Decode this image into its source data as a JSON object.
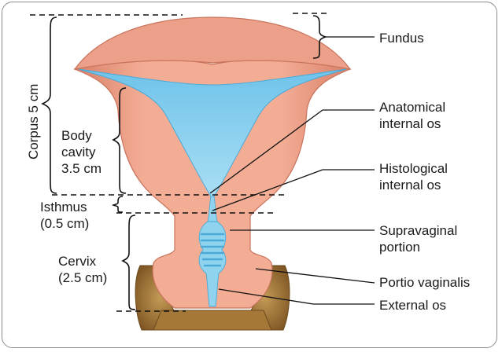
{
  "colors": {
    "tissue": "#f0a48c",
    "tissue_dark": "#c8735c",
    "cavity": "#8fd3ef",
    "cavity_dark": "#4aa9d6",
    "vagina": "#a8793a",
    "vagina_dark": "#6b4a1c"
  },
  "labels": {
    "corpus": "Corpus 5 cm",
    "body_cavity": "Body\ncavity\n3.5 cm",
    "isthmus": "Isthmus\n(0.5 cm)",
    "cervix": "Cervix\n(2.5 cm)",
    "fundus": "Fundus",
    "anatomical_os": "Anatomical\ninternal os",
    "histological_os": "Histological\ninternal os",
    "supravaginal": "Supravaginal\nportion",
    "portio": "Portio vaginalis",
    "external_os": "External os"
  }
}
